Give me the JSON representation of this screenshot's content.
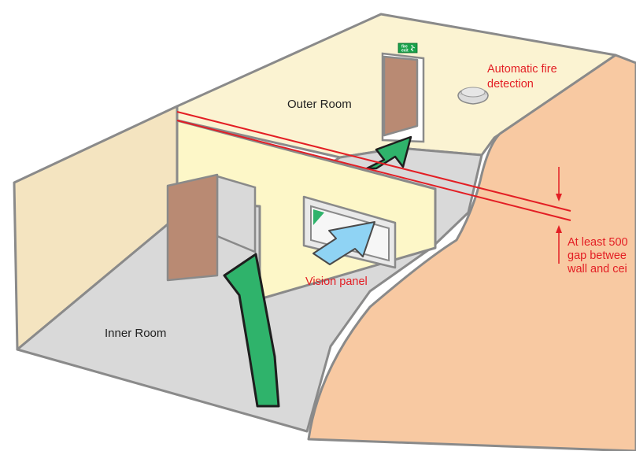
{
  "labels": {
    "outer_room": "Outer Room",
    "inner_room": "Inner Room",
    "vision_panel": "Vision panel",
    "fire_detection_line1": "Automatic fire",
    "fire_detection_line2": "detection",
    "gap_line1": "At least 500",
    "gap_line2": "gap betwee",
    "gap_line3": "wall and cei"
  },
  "exit_sign": {
    "line1": "fire",
    "line2": "exit"
  },
  "colors": {
    "wall_cream": "#fbf3d2",
    "wall_tan": "#f4e4c0",
    "floor_grey": "#d9d9d9",
    "outer_skin": "#f8c9a2",
    "door_brown": "#b98a73",
    "arrow_green": "#2fb36b",
    "arrow_blue": "#8fd3f4",
    "annotation_red": "#e31e24",
    "outline": "#8a8a8a"
  }
}
